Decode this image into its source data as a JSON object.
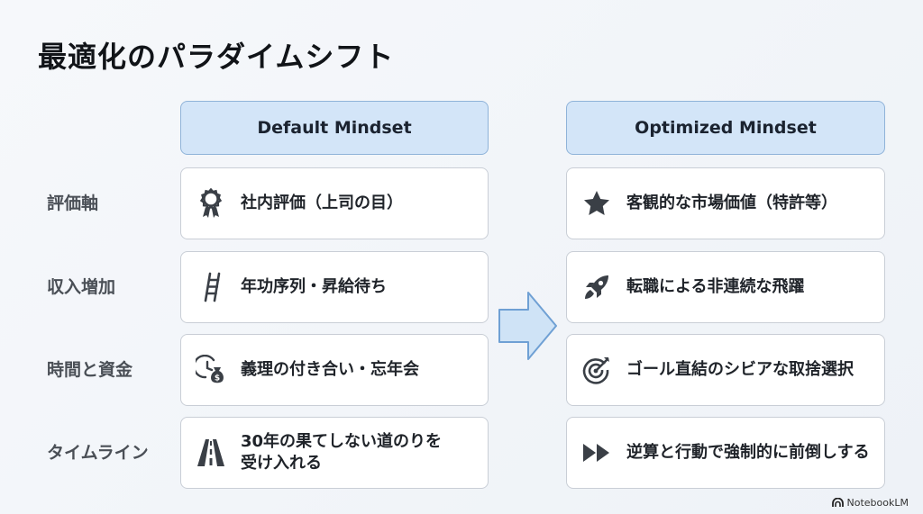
{
  "title": "最適化のパラダイムシフト",
  "columns": {
    "left": "Default Mindset",
    "right": "Optimized Mindset"
  },
  "rows": [
    {
      "label": "評価軸",
      "left": {
        "icon": "medal-icon",
        "text": "社内評価（上司の目）"
      },
      "right": {
        "icon": "star-icon",
        "text": "客観的な市場価値（特許等）"
      }
    },
    {
      "label": "収入増加",
      "left": {
        "icon": "ladder-icon",
        "text": "年功序列・昇給待ち"
      },
      "right": {
        "icon": "rocket-icon",
        "text": "転職による非連続な飛躍"
      }
    },
    {
      "label": "時間と資金",
      "left": {
        "icon": "clock-money-icon",
        "text": "義理の付き合い・忘年会"
      },
      "right": {
        "icon": "target-icon",
        "text": "ゴール直結のシビアな取捨選択"
      }
    },
    {
      "label": "タイムライン",
      "left": {
        "icon": "road-icon",
        "text_line1": "30年の果てしない道のりを",
        "text_line2": "受け入れる"
      },
      "right": {
        "icon": "fast-forward-icon",
        "text": "逆算と行動で強制的に前倒しする"
      }
    }
  ],
  "brand": "NotebookLM",
  "colors": {
    "header_fill": "#d3e5f8",
    "header_border": "#8fb3d9",
    "arrow_fill": "#cfe3f6",
    "arrow_stroke": "#6fa0d4",
    "icon": "#3a3f46"
  }
}
